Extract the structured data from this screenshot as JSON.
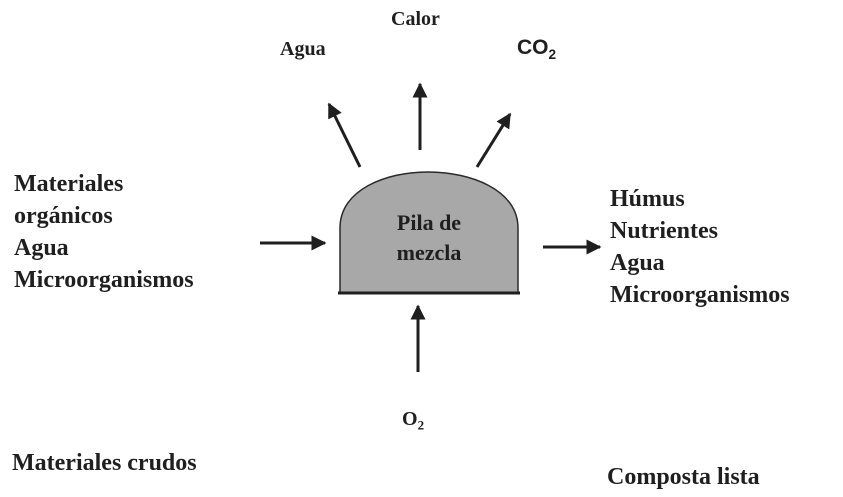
{
  "outputs_top": {
    "agua": "Agua",
    "calor": "Calor",
    "co2_main": "CO",
    "co2_sub": "2"
  },
  "inputs": {
    "lines": [
      "Materiales",
      "orgánicos",
      "Agua",
      "Microorganismos"
    ]
  },
  "products": {
    "lines": [
      "Húmus",
      "Nutrientes",
      "Agua",
      "Microorganismos"
    ]
  },
  "pile": {
    "lines": [
      "Pila de",
      "mezcla"
    ],
    "fill_color": "#a8a8a8"
  },
  "oxygen": {
    "main": "O",
    "sub": "2"
  },
  "captions": {
    "raw": "Materiales crudos",
    "finished": "Composta lista"
  },
  "colors": {
    "ink": "#1f1f1f"
  }
}
